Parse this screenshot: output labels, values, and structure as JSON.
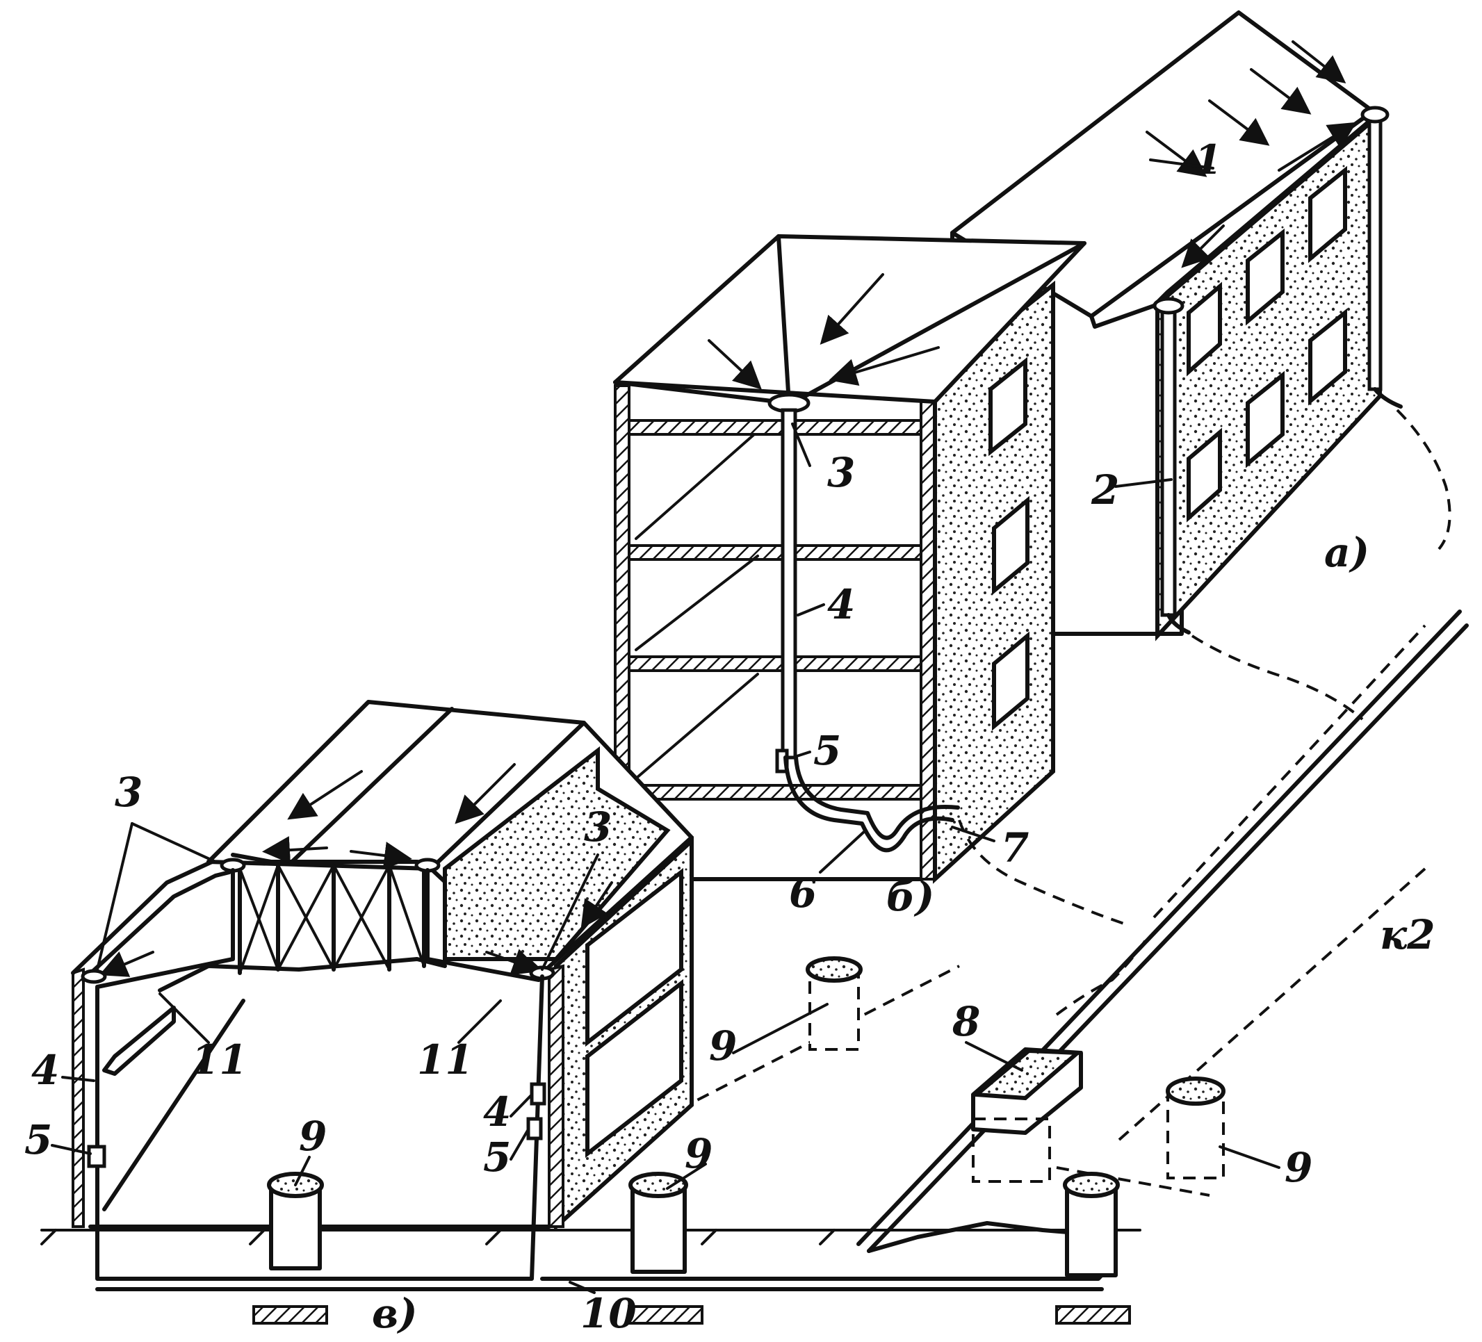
{
  "labels": {
    "n1": "1",
    "n2": "2",
    "n3_b": "3",
    "n3_v_left": "3",
    "n3_v_right": "3",
    "n4_b": "4",
    "n4_v_left": "4",
    "n4_v_right": "4",
    "n5_b": "5",
    "n5_v_left": "5",
    "n5_v_right": "5",
    "n6": "6",
    "n7": "7",
    "n8": "8",
    "n9_a": "9",
    "n9_b": "9",
    "n9_c": "9",
    "n9_d": "9",
    "n10": "10",
    "n11_left": "11",
    "n11_right": "11",
    "k2": "к2",
    "part_a": "а)",
    "part_b": "б)",
    "part_v": "в)"
  },
  "colors": {
    "ink": "#111111",
    "paper": "#ffffff"
  }
}
